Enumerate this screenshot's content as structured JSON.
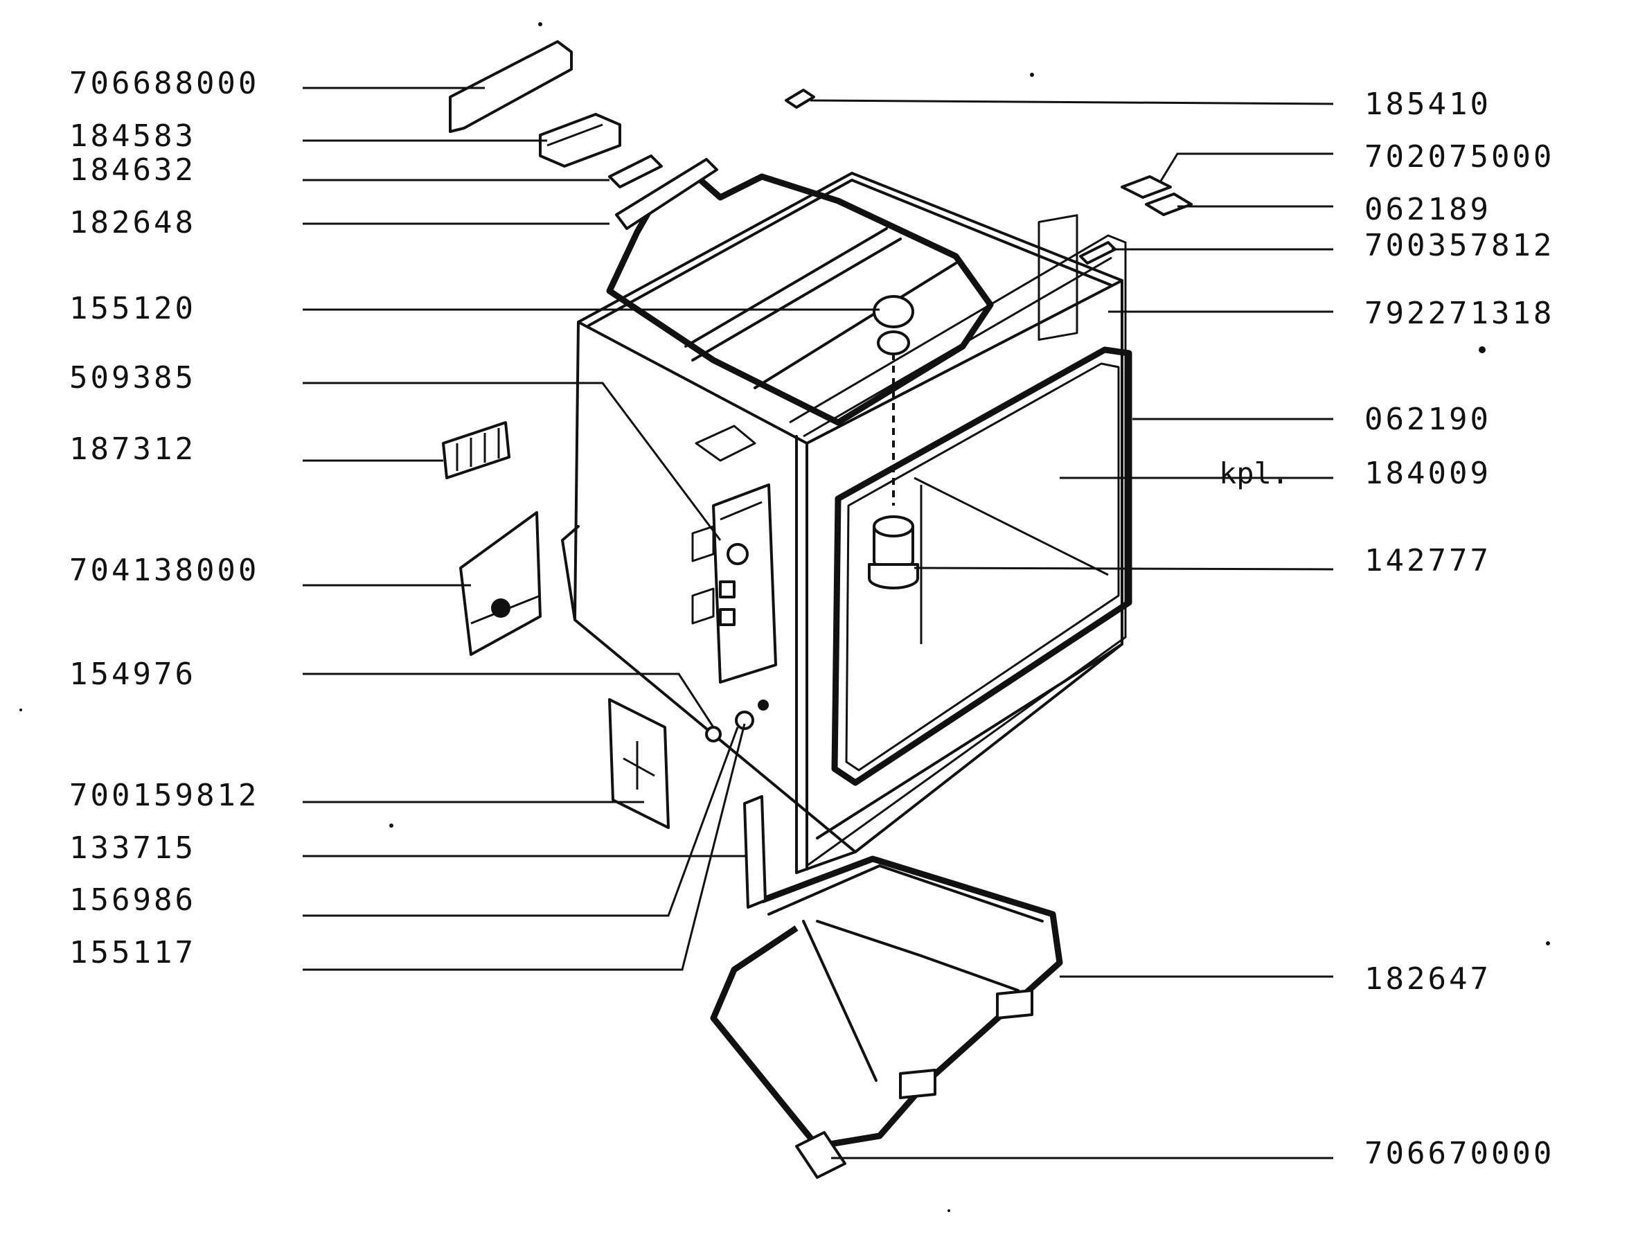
{
  "parts_left": [
    {
      "id": "706688000"
    },
    {
      "id": "184583"
    },
    {
      "id": "184632"
    },
    {
      "id": "182648"
    },
    {
      "id": "155120"
    },
    {
      "id": "509385"
    },
    {
      "id": "187312"
    },
    {
      "id": "704138000"
    },
    {
      "id": "154976"
    },
    {
      "id": "700159812"
    },
    {
      "id": "133715"
    },
    {
      "id": "156986"
    },
    {
      "id": "155117"
    }
  ],
  "parts_right": [
    {
      "id": "185410"
    },
    {
      "id": "702075000"
    },
    {
      "id": "062189"
    },
    {
      "id": "700357812"
    },
    {
      "id": "792271318"
    },
    {
      "id": "062190"
    },
    {
      "id": "184009",
      "note": "kpl."
    },
    {
      "id": "142777"
    },
    {
      "id": "182647"
    },
    {
      "id": "706670000"
    }
  ],
  "colors": {
    "ink": "#111111",
    "paper": "#ffffff"
  }
}
